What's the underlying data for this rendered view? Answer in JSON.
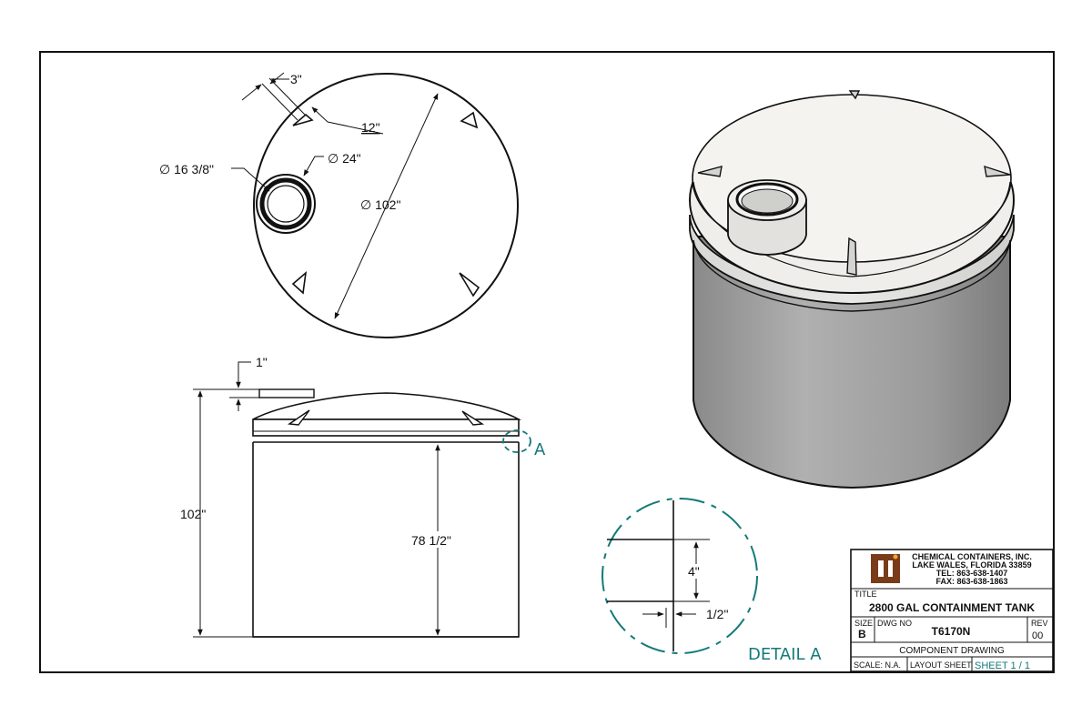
{
  "top_view": {
    "dim_lug_width": "3\"",
    "dim_lug_offset": "12\"",
    "dim_fitting_inner": "∅ 16 3/8\"",
    "dim_fitting_outer": "∅ 24\"",
    "dim_tank_diameter": "∅ 102\""
  },
  "side_view": {
    "dim_fitting_height": "1\"",
    "dim_overall_height": "102\"",
    "dim_sidewall_height": "78 1/2\"",
    "detail_callout": "A"
  },
  "detail_a": {
    "dim_step_height": "4\"",
    "dim_step_depth": "1/2\"",
    "label": "DETAIL A"
  },
  "title_block": {
    "company_name": "CHEMICAL CONTAINERS, INC.",
    "company_address": "LAKE WALES, FLORIDA 33859",
    "company_tel": "TEL: 863-638-1407",
    "company_fax": "FAX: 863-638-1863",
    "title_label": "TITLE",
    "title": "2800 GAL CONTAINMENT TANK",
    "size_label": "SIZE",
    "size": "B",
    "dwg_no_label": "DWG NO",
    "dwg_no": "T6170N",
    "rev_label": "REV",
    "rev": "00",
    "drawing_type": "COMPONENT DRAWING",
    "scale": "SCALE: N.A.",
    "layout": "LAYOUT SHEET",
    "sheet": "SHEET 1 / 1"
  },
  "colors": {
    "line": "#111111",
    "detail_teal": "#137a79",
    "tank_body": "#9a9a9a",
    "tank_top": "#f3f2ee",
    "logo_brown": "#7a3b18"
  }
}
